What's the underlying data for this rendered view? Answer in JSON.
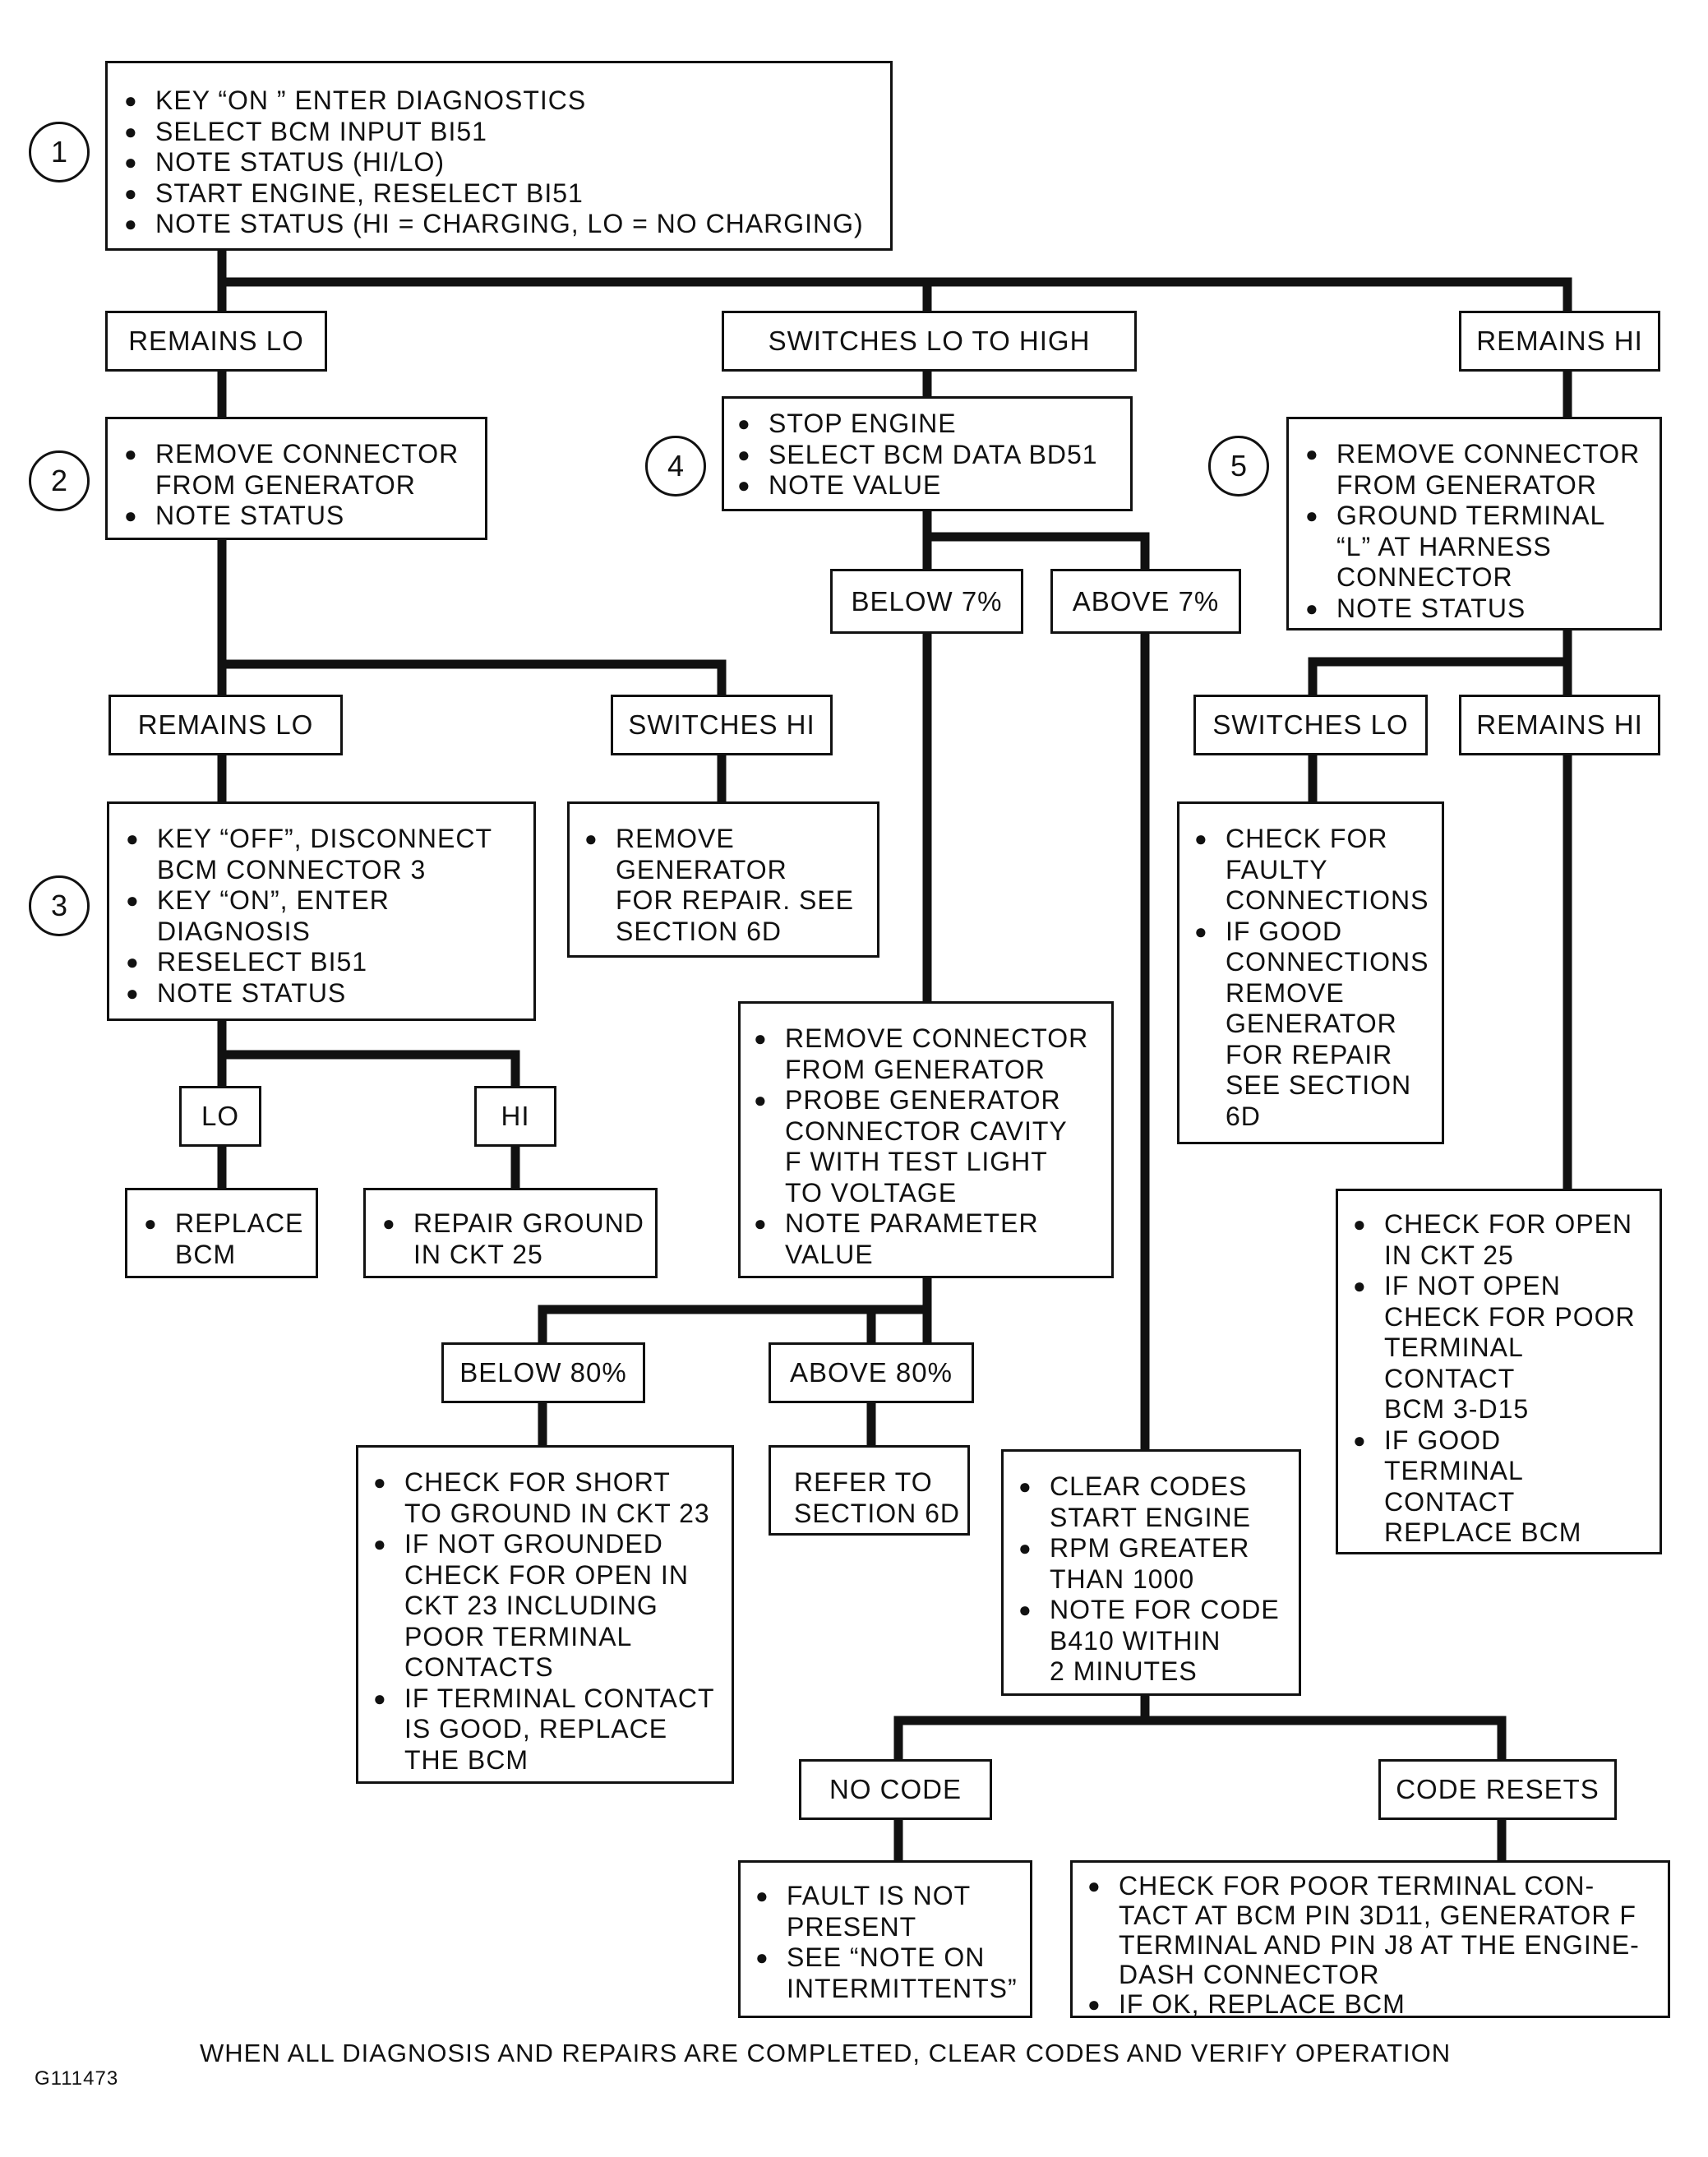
{
  "steps": [
    "1",
    "2",
    "3",
    "4",
    "5"
  ],
  "box1": [
    "KEY “ON ” ENTER DIAGNOSTICS",
    "SELECT BCM INPUT BI51",
    "NOTE STATUS (HI/LO)",
    "START ENGINE, RESELECT BI51",
    "NOTE STATUS (HI = CHARGING, LO = NO CHARGING)"
  ],
  "labels": {
    "remains_lo_1": "REMAINS LO",
    "switches_lo_high": "SWITCHES LO TO HIGH",
    "remains_hi_1": "REMAINS HI",
    "remains_lo_2": "REMAINS LO",
    "switches_hi": "SWITCHES HI",
    "below_7": "BELOW 7%",
    "above_7": "ABOVE 7%",
    "switches_lo": "SWITCHES  LO",
    "remains_hi_2": "REMAINS HI",
    "lo": "LO",
    "hi": "HI",
    "below_80": "BELOW 80%",
    "above_80": "ABOVE 80%",
    "no_code": "NO CODE",
    "code_resets": "CODE RESETS"
  },
  "box2": [
    "REMOVE CONNECTOR\nFROM GENERATOR",
    "NOTE STATUS"
  ],
  "box4": [
    "STOP ENGINE",
    "SELECT BCM DATA BD51",
    "NOTE VALUE"
  ],
  "box5": [
    "REMOVE CONNECTOR\nFROM GENERATOR",
    "GROUND TERMINAL\n“L” AT HARNESS\nCONNECTOR",
    "NOTE STATUS"
  ],
  "box3": [
    "KEY “OFF”, DISCONNECT\nBCM CONNECTOR 3",
    "KEY “ON”, ENTER\nDIAGNOSIS",
    "RESELECT BI51",
    "NOTE STATUS"
  ],
  "box_remove_gen": [
    "REMOVE\nGENERATOR\nFOR REPAIR. SEE\nSECTION 6D"
  ],
  "box_faulty": [
    "CHECK FOR\nFAULTY\nCONNECTIONS",
    "IF GOOD\nCONNECTIONS\nREMOVE\nGENERATOR\nFOR REPAIR\nSEE SECTION\n6D"
  ],
  "box_replace_bcm": [
    "REPLACE\nBCM"
  ],
  "box_repair_ground": [
    "REPAIR GROUND\nIN CKT 25"
  ],
  "box_probe": [
    "REMOVE CONNECTOR\nFROM GENERATOR",
    "PROBE GENERATOR\nCONNECTOR CAVITY\nF WITH TEST LIGHT\nTO VOLTAGE",
    "NOTE PARAMETER\nVALUE"
  ],
  "box_open": [
    "CHECK FOR OPEN\nIN CKT 25",
    "IF NOT OPEN\nCHECK FOR POOR\nTERMINAL\nCONTACT\nBCM 3-D15",
    "IF GOOD\nTERMINAL\nCONTACT\nREPLACE BCM"
  ],
  "box_short": [
    "CHECK FOR SHORT\nTO GROUND IN CKT 23",
    "IF NOT GROUNDED\nCHECK FOR OPEN IN\nCKT 23 INCLUDING\nPOOR TERMINAL\nCONTACTS",
    "IF TERMINAL CONTACT\nIS GOOD, REPLACE\nTHE BCM"
  ],
  "box_refer": "REFER TO\nSECTION 6D",
  "box_clear": [
    "CLEAR CODES\nSTART ENGINE",
    "RPM GREATER\nTHAN 1000",
    "NOTE FOR CODE\nB410 WITHIN\n2 MINUTES"
  ],
  "box_fault": [
    "FAULT IS NOT\nPRESENT",
    "SEE “NOTE ON\nINTERMITTENTS”"
  ],
  "box_poor": [
    "CHECK FOR POOR TERMINAL CON-\nTACT AT BCM PIN 3D11, GENERATOR F\nTERMINAL AND PIN J8 AT THE ENGINE-\nDASH CONNECTOR",
    "IF OK, REPLACE BCM"
  ],
  "footer": "WHEN ALL DIAGNOSIS AND REPAIRS ARE COMPLETED, CLEAR CODES AND VERIFY OPERATION",
  "figure_id": "G111473"
}
